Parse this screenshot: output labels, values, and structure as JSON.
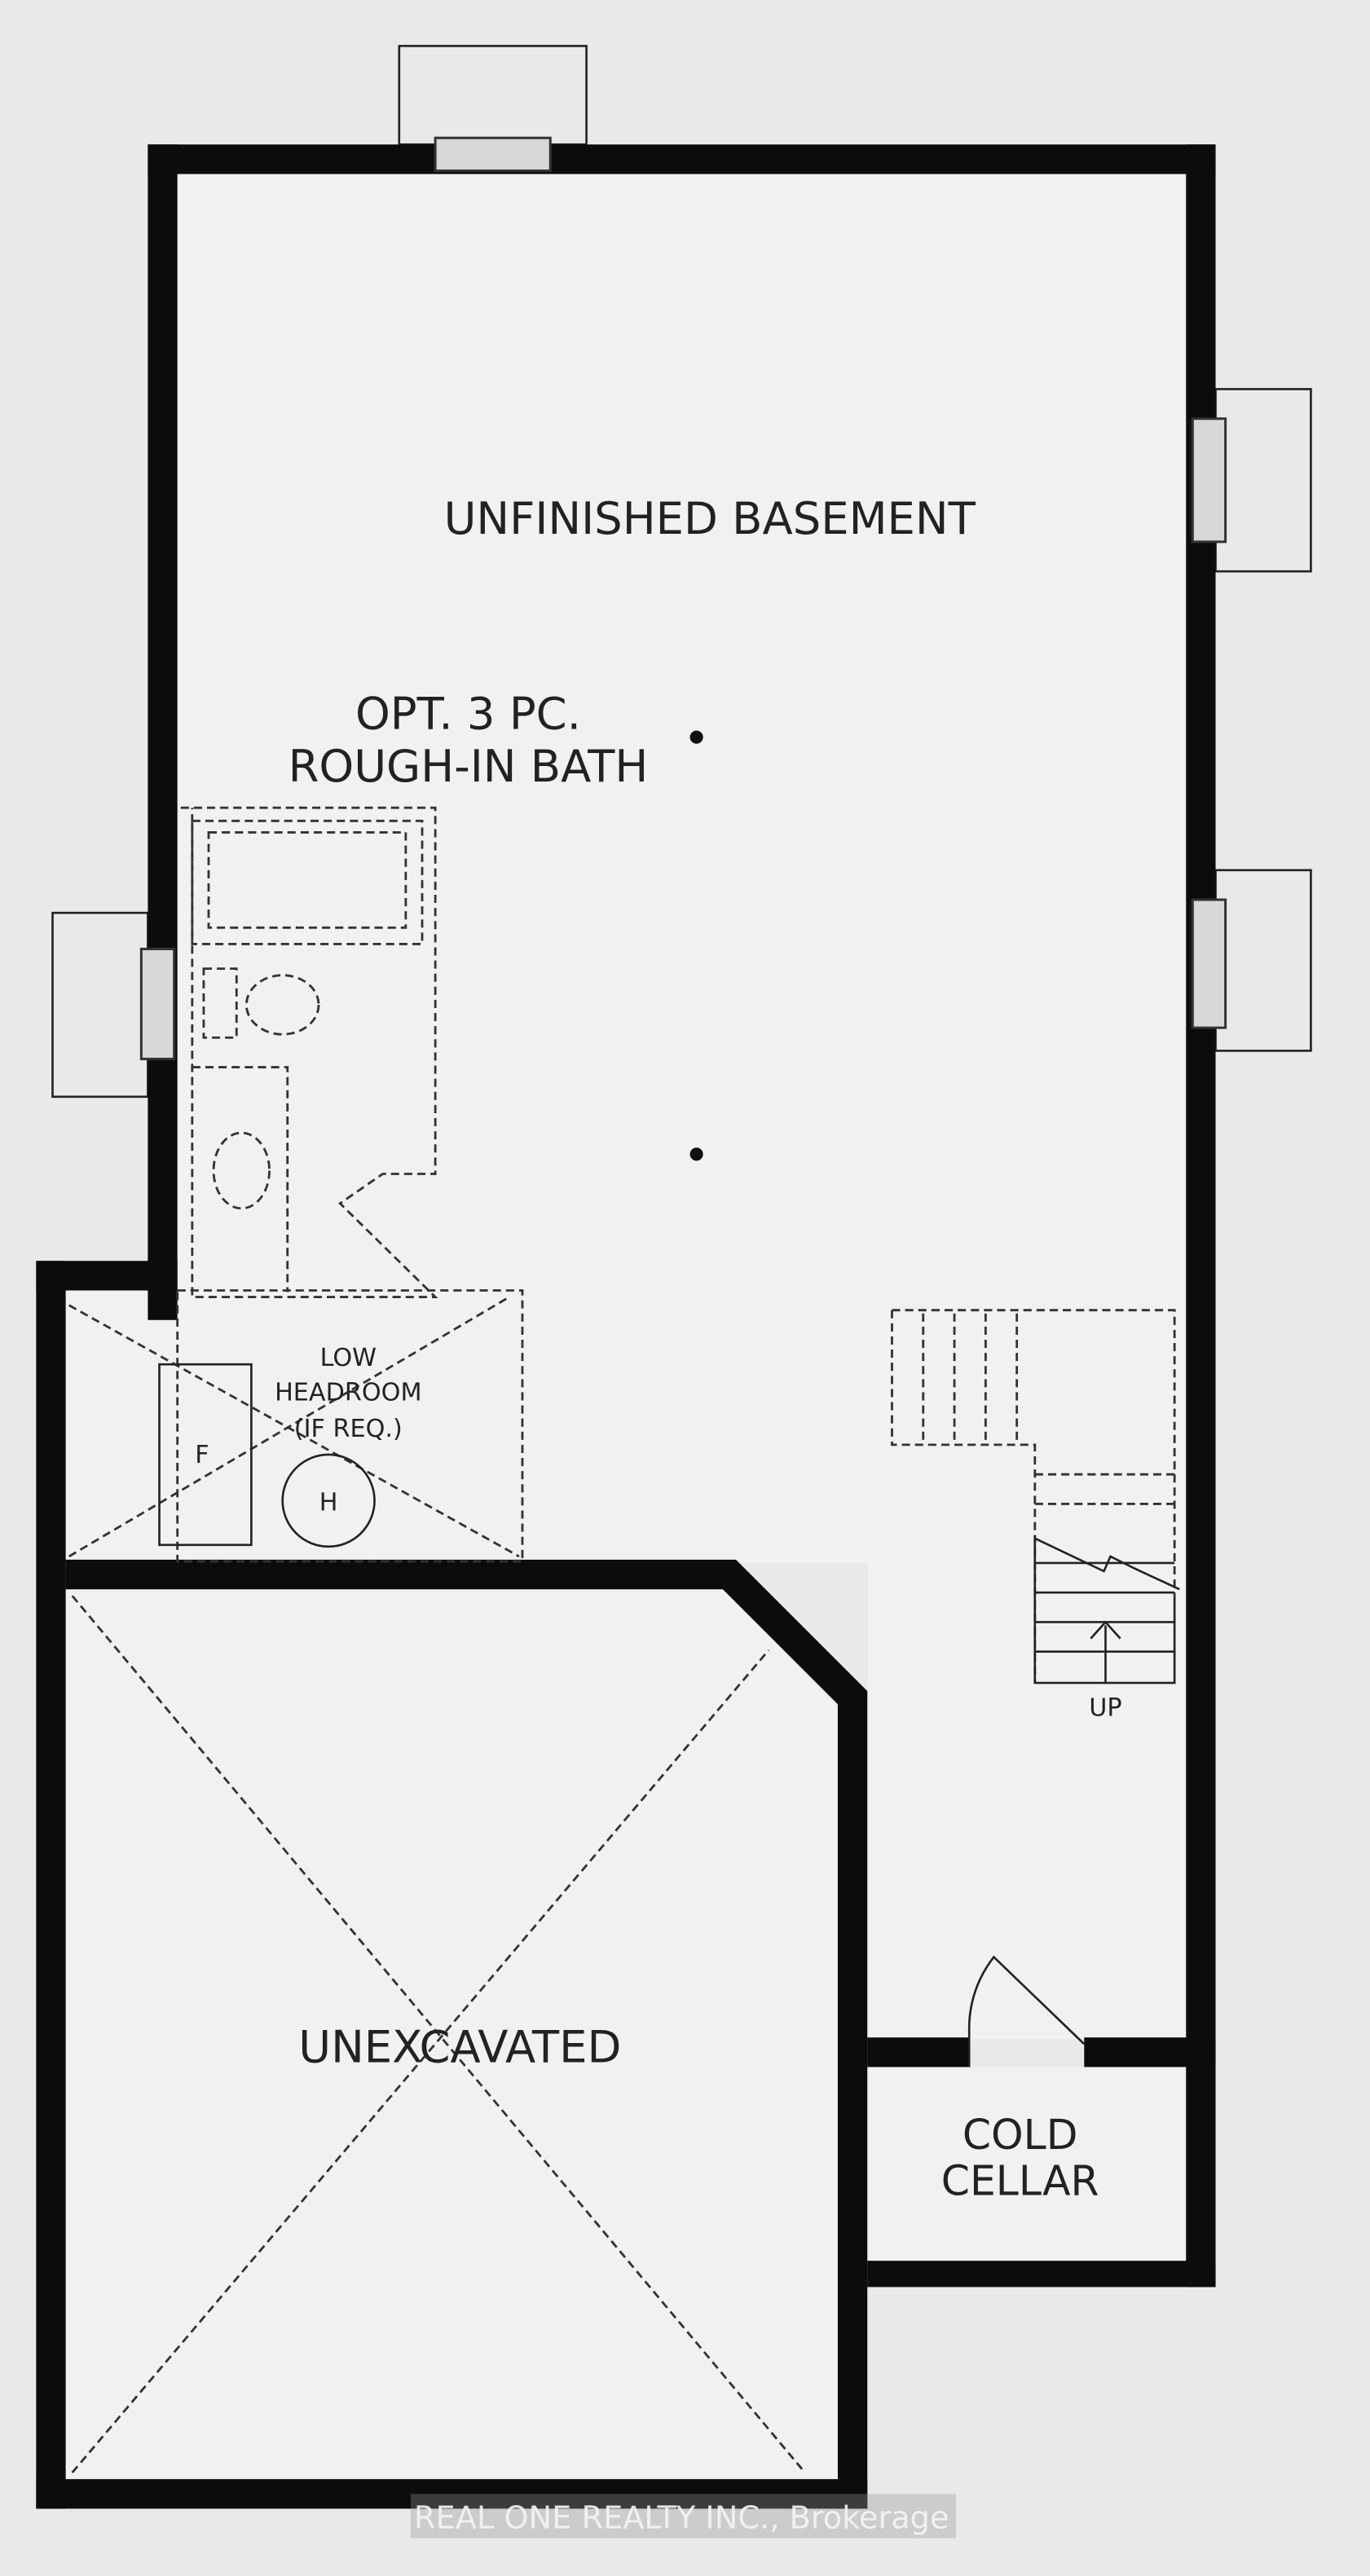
{
  "rooms": {
    "unfinished_basement": "UNFINISHED BASEMENT",
    "rough_in_line1": "OPT. 3 PC.",
    "rough_in_line2": "ROUGH-IN BATH",
    "low_headroom_line1": "LOW",
    "low_headroom_line2": "HEADROOM",
    "low_headroom_line3": "(IF REQ.)",
    "furnace": "F",
    "heater": "H",
    "stairs": "UP",
    "unexcavated": "UNEXCAVATED",
    "cold_cellar_line1": "COLD",
    "cold_cellar_line2": "CELLAR"
  },
  "watermark": "REAL ONE REALTY INC., Brokerage"
}
